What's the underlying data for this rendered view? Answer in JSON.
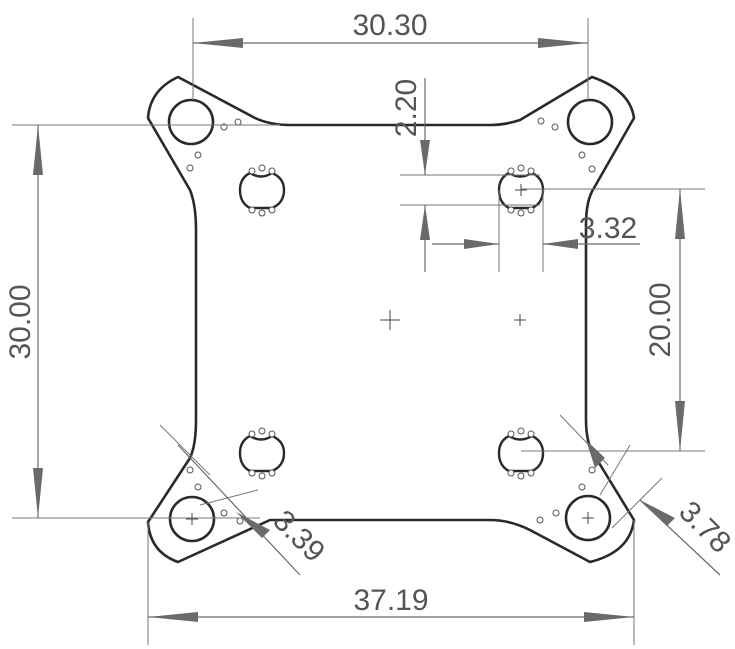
{
  "drawing": {
    "dimensions": {
      "top_width": "30.30",
      "left_height": "30.00",
      "bottom_width": "37.19",
      "right_height": "20.00",
      "slot_offset": "2.20",
      "slot_width": "3.32",
      "hole_left": "3.39",
      "hole_right": "3.78"
    }
  }
}
